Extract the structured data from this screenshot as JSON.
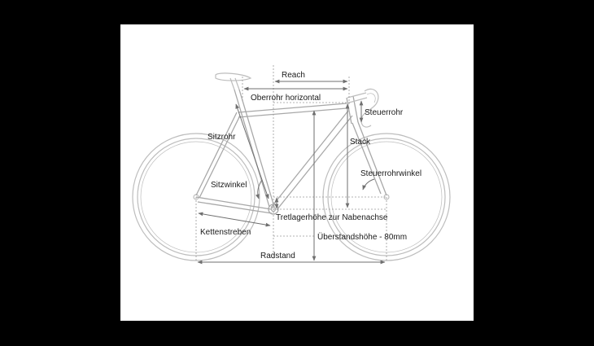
{
  "colors": {
    "background": "#000000",
    "panel": "#ffffff",
    "bike_line": "#bdbdbd",
    "dim_line": "#6f6f6f",
    "text": "#1a1a1a"
  },
  "labels": {
    "reach": "Reach",
    "top_tube": "Oberrohr horizontal",
    "head_tube": "Steuerrohr",
    "seat_tube": "Sitzrohr",
    "stack": "Stack",
    "head_angle": "Steuerrohrwinkel",
    "seat_angle": "Sitzwinkel",
    "bb_drop": "Tretlagerhöhe zur Nabenachse",
    "chainstays": "Kettenstreben",
    "standover": "Überstandshöhe - 80mm",
    "wheelbase": "Radstand"
  }
}
